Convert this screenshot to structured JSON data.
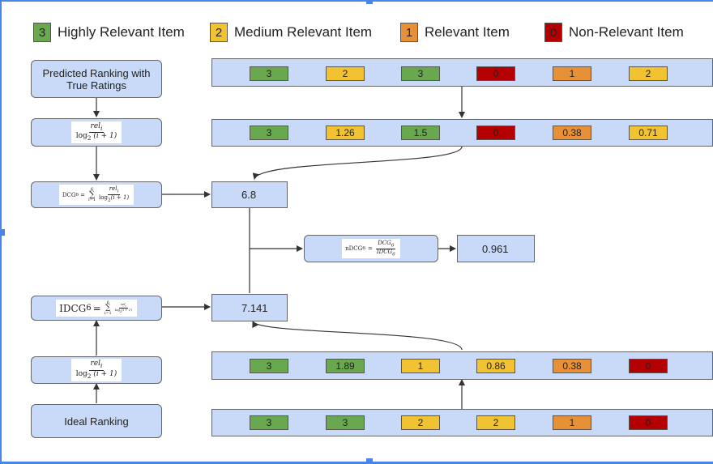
{
  "legend": [
    {
      "value": "3",
      "label": "Highly Relevant Item",
      "color": "#6aa84f"
    },
    {
      "value": "2",
      "label": "Medium Relevant Item",
      "color": "#f1c232"
    },
    {
      "value": "1",
      "label": "Relevant Item",
      "color": "#e69138"
    },
    {
      "value": "0",
      "label": "Non-Relevant Item",
      "color": "#b40000"
    }
  ],
  "colors": {
    "3": "#6aa84f",
    "2": "#f1c232",
    "1": "#e69138",
    "0": "#b40000",
    "box_fill": "#c9daf8",
    "frame": "#4a86e8"
  },
  "labels": {
    "predicted_ranking": "Predicted Ranking with True Ratings",
    "ideal_ranking": "Ideal Ranking"
  },
  "formula": {
    "rel": "rel",
    "rel_sub": "i",
    "log_den": "log",
    "log_base": "2",
    "log_arg": "(i + 1)",
    "dcg": "DCG",
    "idcg": "IDCG",
    "ndcg": "nDCG",
    "subscript": "6",
    "sum_upper": "6",
    "sum_lower": "i=1",
    "equals": "="
  },
  "values": {
    "dcg": "6.8",
    "idcg": "7.141",
    "ndcg": "0.961"
  },
  "rows": {
    "predicted_ratings": [
      {
        "label": "3",
        "rating": "3"
      },
      {
        "label": "2",
        "rating": "2"
      },
      {
        "label": "3",
        "rating": "3"
      },
      {
        "label": "0",
        "rating": "0"
      },
      {
        "label": "1",
        "rating": "1"
      },
      {
        "label": "2",
        "rating": "2"
      }
    ],
    "predicted_discounted": [
      {
        "label": "3",
        "rating": "3"
      },
      {
        "label": "1.26",
        "rating": "2"
      },
      {
        "label": "1.5",
        "rating": "3"
      },
      {
        "label": "0",
        "rating": "0"
      },
      {
        "label": "0.38",
        "rating": "1"
      },
      {
        "label": "0.71",
        "rating": "2"
      }
    ],
    "ideal_discounted": [
      {
        "label": "3",
        "rating": "3"
      },
      {
        "label": "1.89",
        "rating": "3"
      },
      {
        "label": "1",
        "rating": "2"
      },
      {
        "label": "0.86",
        "rating": "2"
      },
      {
        "label": "0.38",
        "rating": "1"
      },
      {
        "label": "0",
        "rating": "0"
      }
    ],
    "ideal_ratings": [
      {
        "label": "3",
        "rating": "3"
      },
      {
        "label": "3",
        "rating": "3"
      },
      {
        "label": "2",
        "rating": "2"
      },
      {
        "label": "2",
        "rating": "2"
      },
      {
        "label": "1",
        "rating": "1"
      },
      {
        "label": "0",
        "rating": "0"
      }
    ]
  }
}
